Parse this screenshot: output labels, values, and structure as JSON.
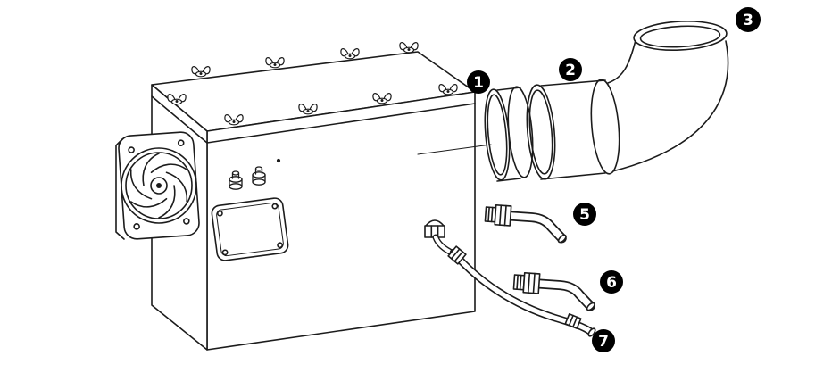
{
  "page": {
    "background": "#ffffff"
  },
  "colors": {
    "line": "#1c1c1c",
    "badge_bg": "#000000",
    "badge_text": "#ffffff"
  },
  "callouts": [
    {
      "number": "1"
    },
    {
      "number": "2"
    },
    {
      "number": "3"
    },
    {
      "number": "5"
    },
    {
      "number": "6"
    },
    {
      "number": "7"
    }
  ]
}
